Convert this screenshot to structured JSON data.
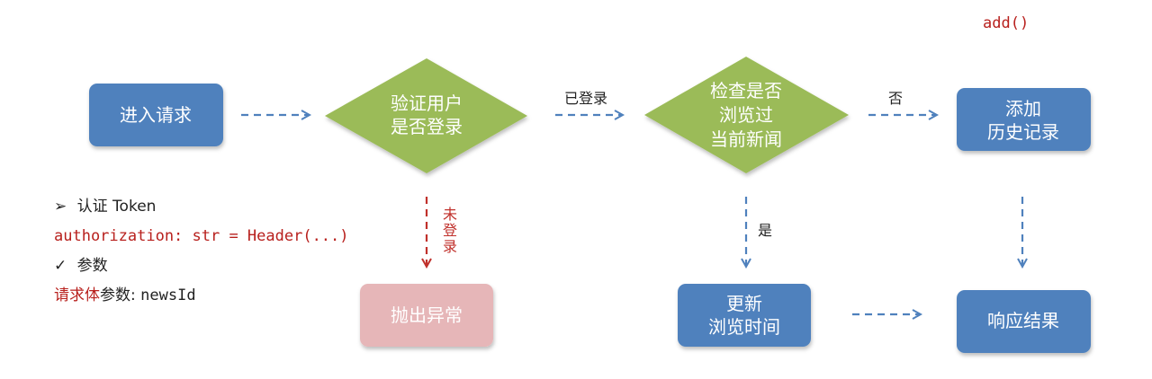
{
  "code_top": "add()",
  "nodes": {
    "enter_request": "进入请求",
    "verify_user": [
      "验证用户",
      "是否登录"
    ],
    "check_viewed": [
      "检查是否",
      "浏览过",
      "当前新闻"
    ],
    "add_history": [
      "添加",
      "历史记录"
    ],
    "throw_exception": "抛出异常",
    "update_time": [
      "更新",
      "浏览时间"
    ],
    "response": "响应结果"
  },
  "edges": {
    "logged_in": "已登录",
    "no": "否",
    "yes": "是",
    "not_logged_in": [
      "未",
      "登",
      "录"
    ]
  },
  "notes": {
    "auth_title": "认证 Token",
    "auth_code": "authorization: str = Header(...)",
    "params_title": "参数",
    "body_prefix": "请求体",
    "body_mid": "参数: ",
    "body_field": "newsId",
    "bullet_arrow": "➢",
    "bullet_check": "✓"
  },
  "colors": {
    "blue": "#4f81bd",
    "green": "#9bbb59",
    "pink": "#e6b6b8",
    "arrow_blue": "#4f81bd",
    "arrow_red": "#c0302b",
    "code_red": "#b8201d"
  }
}
